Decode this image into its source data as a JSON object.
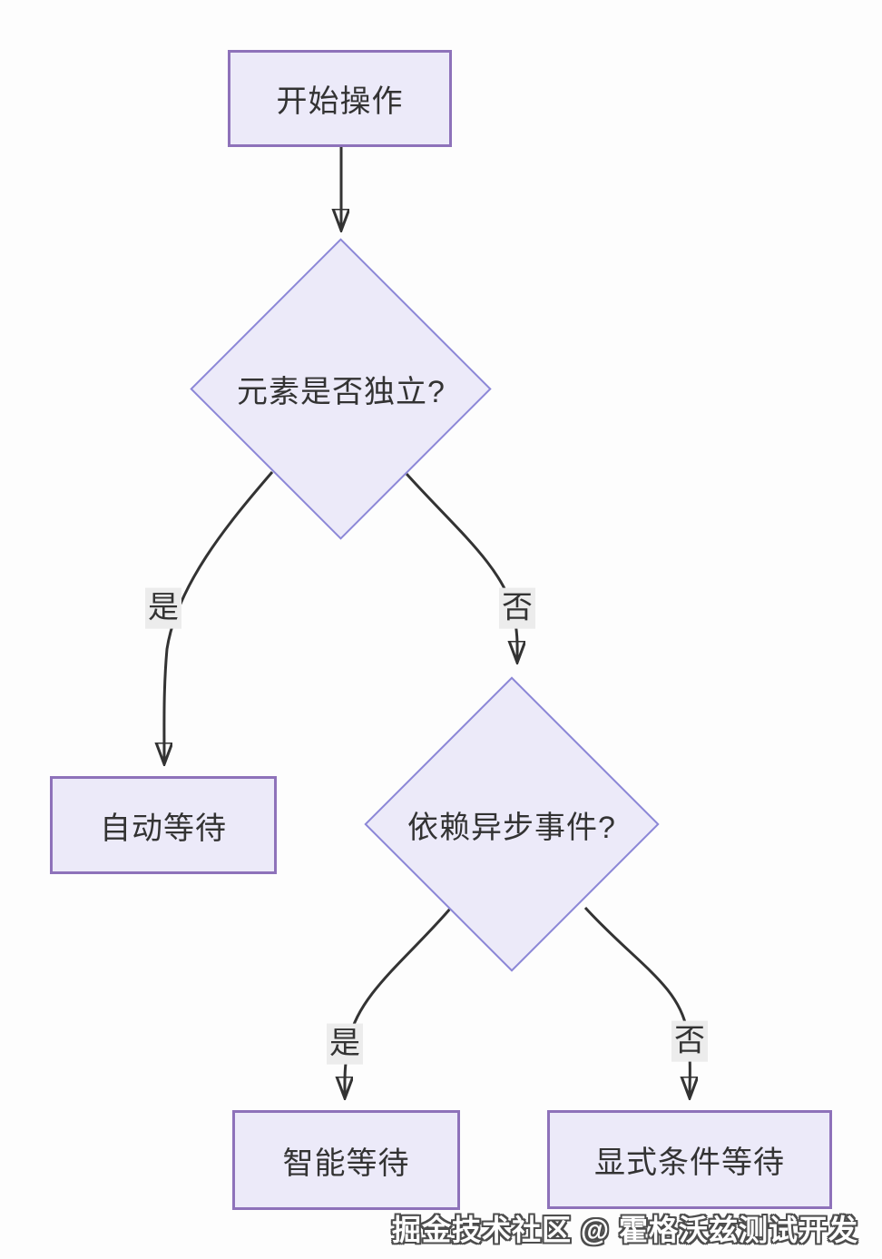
{
  "diagram": {
    "type": "flowchart",
    "nodes": {
      "start": {
        "shape": "rectangle",
        "label": "开始操作"
      },
      "decision1": {
        "shape": "diamond",
        "label": "元素是否独立?"
      },
      "auto_wait": {
        "shape": "rectangle",
        "label": "自动等待"
      },
      "decision2": {
        "shape": "diamond",
        "label": "依赖异步事件?"
      },
      "smart_wait": {
        "shape": "rectangle",
        "label": "智能等待"
      },
      "explicit_wait": {
        "shape": "rectangle",
        "label": "显式条件等待"
      }
    },
    "edges": {
      "start_to_decision1": {
        "from": "start",
        "to": "decision1",
        "label": ""
      },
      "decision1_to_auto_wait": {
        "from": "decision1",
        "to": "auto_wait",
        "label": "是"
      },
      "decision1_to_decision2": {
        "from": "decision1",
        "to": "decision2",
        "label": "否"
      },
      "decision2_to_smart_wait": {
        "from": "decision2",
        "to": "smart_wait",
        "label": "是"
      },
      "decision2_to_explicit_wait": {
        "from": "decision2",
        "to": "explicit_wait",
        "label": "否"
      }
    },
    "watermark": "掘金技术社区 @ 霍格沃兹测试开发",
    "colors": {
      "node_fill": "#ECEAF9",
      "rect_border": "#8E72BA",
      "diamond_border": "#8C87D7",
      "edge_stroke": "#333333",
      "edge_label_bg": "#ECECEC",
      "text": "#333333",
      "background": "#FDFDFD",
      "watermark_fill": "#FFFFFF",
      "watermark_outline": "#4D4D4D"
    }
  }
}
